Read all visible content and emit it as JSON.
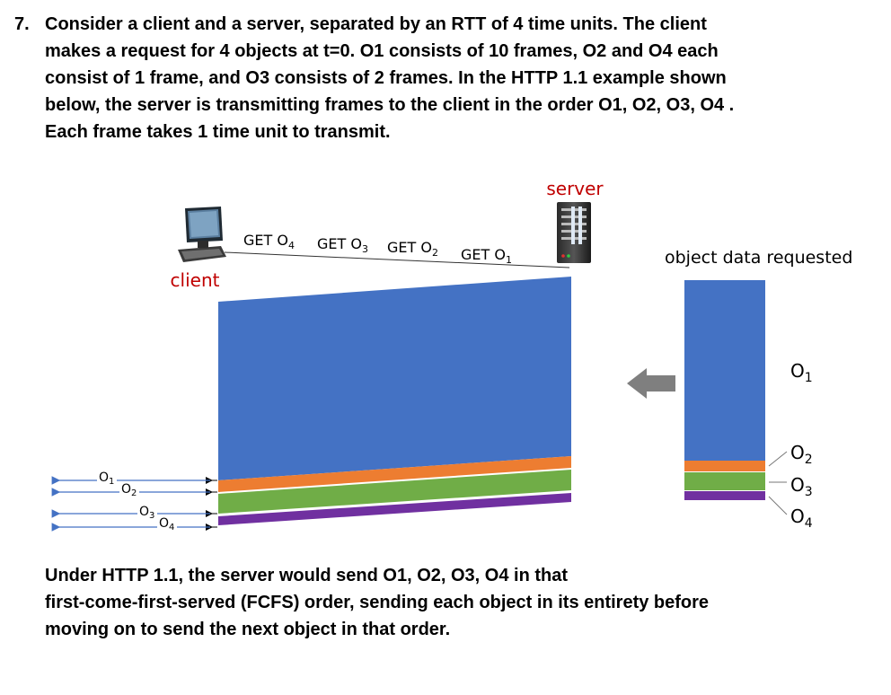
{
  "question": {
    "number": "7.",
    "lines": [
      "Consider a client and a server, separated by an RTT of 4 time units.  The client",
      "makes a request for 4 objects at t=0.  O1 consists of 10 frames, O2 and O4 each",
      "consist of 1 frame, and O3 consists of 2 frames.  In the HTTP 1.1 example shown",
      "below, the server is transmitting frames to the client in the order  O1, O2, O3, O4 .",
      "Each frame takes 1 time unit to transmit."
    ]
  },
  "diagram": {
    "server_label": "server",
    "client_label": "client",
    "requests": [
      {
        "base": "GET O",
        "sub": "4"
      },
      {
        "base": "GET O",
        "sub": "3"
      },
      {
        "base": "GET O",
        "sub": "2"
      },
      {
        "base": "GET O",
        "sub": "1"
      }
    ],
    "object_data_title": "object data requested",
    "objects": [
      {
        "base": "O",
        "sub": "1",
        "color": "#4472C4"
      },
      {
        "base": "O",
        "sub": "2",
        "color": "#ED7D31"
      },
      {
        "base": "O",
        "sub": "3",
        "color": "#70AD47"
      },
      {
        "base": "O",
        "sub": "4",
        "color": "#7030A0"
      }
    ],
    "label_color_red": "#C00000"
  },
  "footer": {
    "lines": [
      "Under HTTP 1.1, the server would send O1, O2, O3, O4 in that",
      "first-come-first-served (FCFS) order, sending each object in its entirety before",
      "moving on to send the next object in that order."
    ]
  }
}
